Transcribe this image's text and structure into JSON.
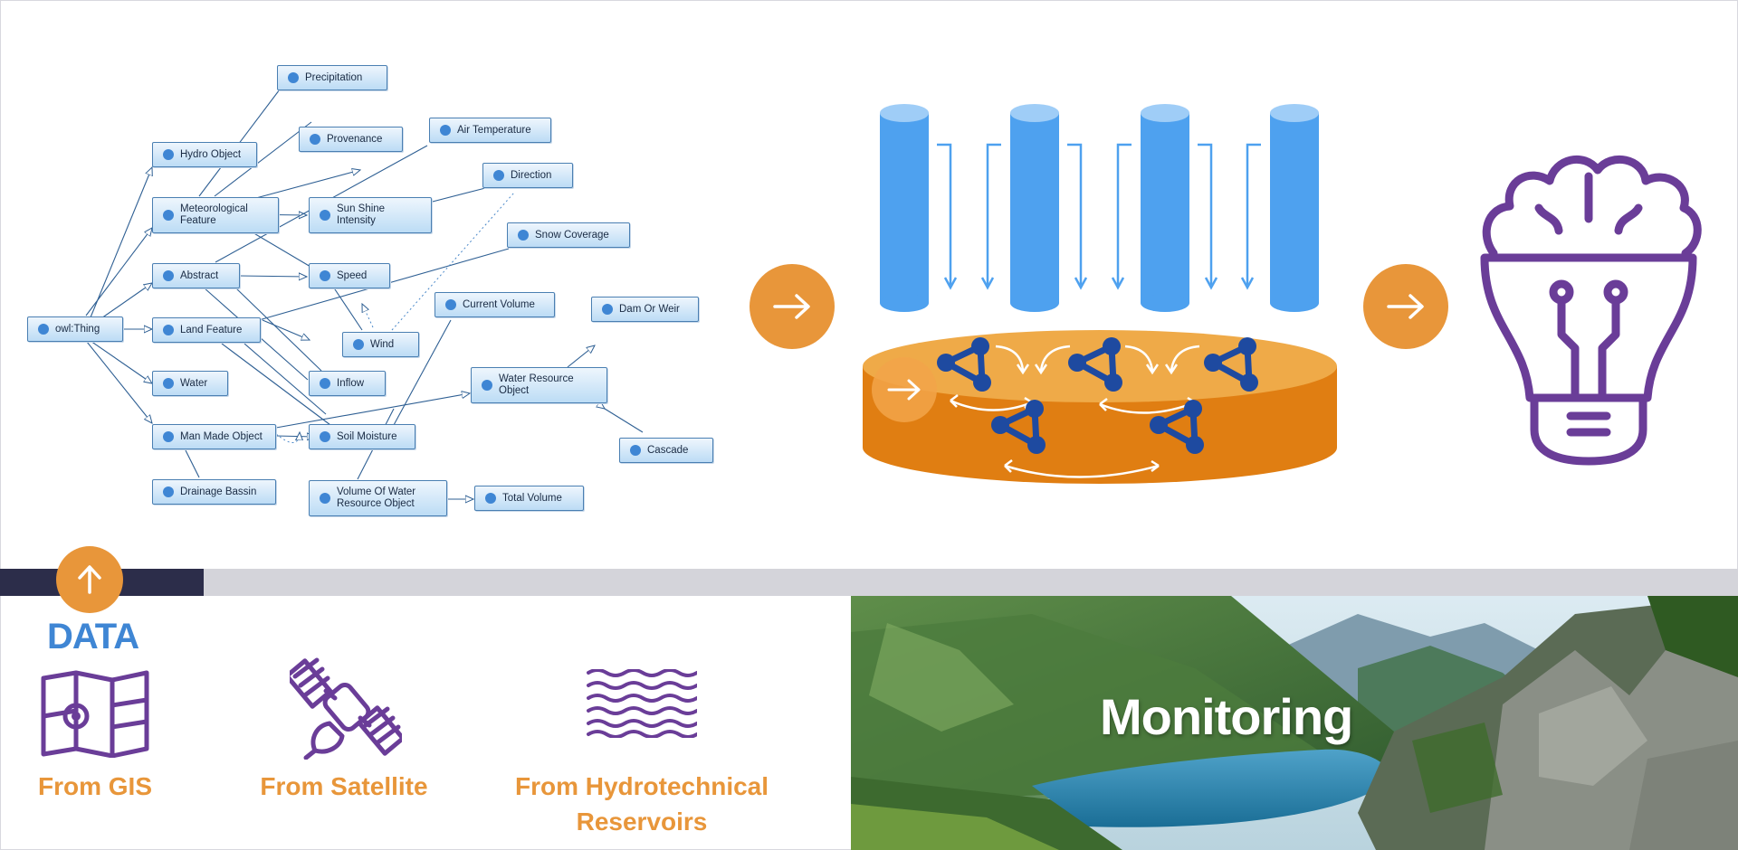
{
  "ontology": {
    "nodes": {
      "precipitation": "Precipitation",
      "hydro_object": "Hydro Object",
      "provenance": "Provenance",
      "air_temperature": "Air Temperature",
      "direction": "Direction",
      "meteorological_feature": "Meteorological Feature",
      "sun_shine_intensity": "Sun Shine Intensity",
      "snow_coverage": "Snow Coverage",
      "abstract": "Abstract",
      "speed": "Speed",
      "current_volume": "Current Volume",
      "dam_or_weir": "Dam Or Weir",
      "owl_thing": "owl:Thing",
      "land_feature": "Land Feature",
      "wind": "Wind",
      "water": "Water",
      "inflow": "Inflow",
      "water_resource_object": "Water Resource Object",
      "man_made_object": "Man Made Object",
      "soil_moisture": "Soil Moisture",
      "cascade": "Cascade",
      "drainage_bassin": "Drainage Bassin",
      "volume_of_water_resource_object": "Volume Of Water Resource Object",
      "total_volume": "Total Volume"
    }
  },
  "data_section": {
    "title": "DATA",
    "sources": [
      {
        "label_line1": "From GIS",
        "label_line2": "",
        "icon": "map-icon"
      },
      {
        "label_line1": "From Satellite",
        "label_line2": "",
        "icon": "satellite-icon"
      },
      {
        "label_line1": "From Hydrotechnical",
        "label_line2": "Reservoirs",
        "icon": "water-waves-icon"
      }
    ]
  },
  "monitoring": {
    "label": "Monitoring"
  },
  "icons": {
    "flow_arrow": "arrow-right-icon",
    "up_arrow": "arrow-up-icon",
    "data_columns": "database-columns-icon",
    "platform": "knowledge-graph-platform-icon",
    "insight": "lightbulb-brain-icon"
  },
  "colors": {
    "accent_orange": "#e8963a",
    "column_blue": "#4ea1ef",
    "graph_navy": "#1e4aa0",
    "bulb_purple": "#6a3d98",
    "data_blue": "#3f86d4",
    "band_dark": "#2c2d4a"
  }
}
